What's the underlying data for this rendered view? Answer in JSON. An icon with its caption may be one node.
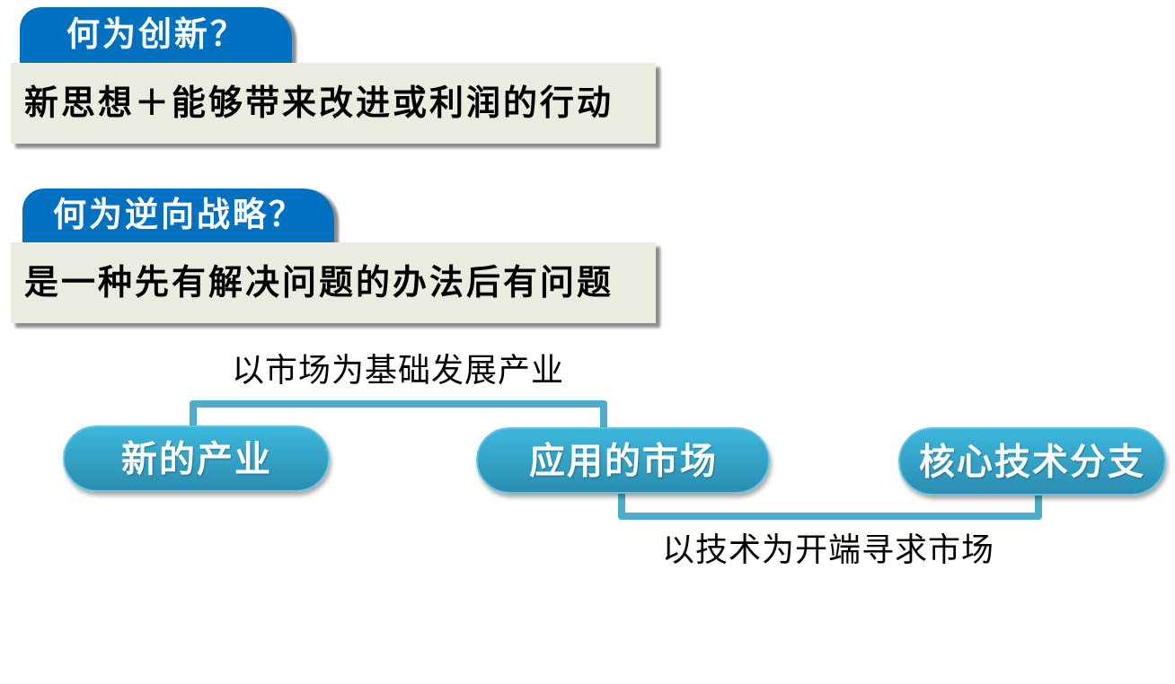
{
  "diagram": {
    "nodes": [
      {
        "text": [
          "何为创新？"
        ]
      },
      {
        "text": [
          "新思想＋能够带来改进或利润的行动"
        ]
      },
      {
        "text": [
          "何为逆向战略？"
        ]
      },
      {
        "text": [
          "是一种先有解决问题的办法后有问题"
        ]
      },
      {
        "text": [
          "新的产业"
        ]
      },
      {
        "text": [
          "应用的市场"
        ]
      },
      {
        "text": [
          "核心技术分支"
        ]
      }
    ],
    "edges": [
      {
        "from": 4,
        "to": 5,
        "arrow": "none",
        "label": "以市场为基础发展产业"
      },
      {
        "from": 5,
        "to": 6,
        "arrow": "none",
        "label": "以技术为开端寻求市场"
      }
    ]
  }
}
